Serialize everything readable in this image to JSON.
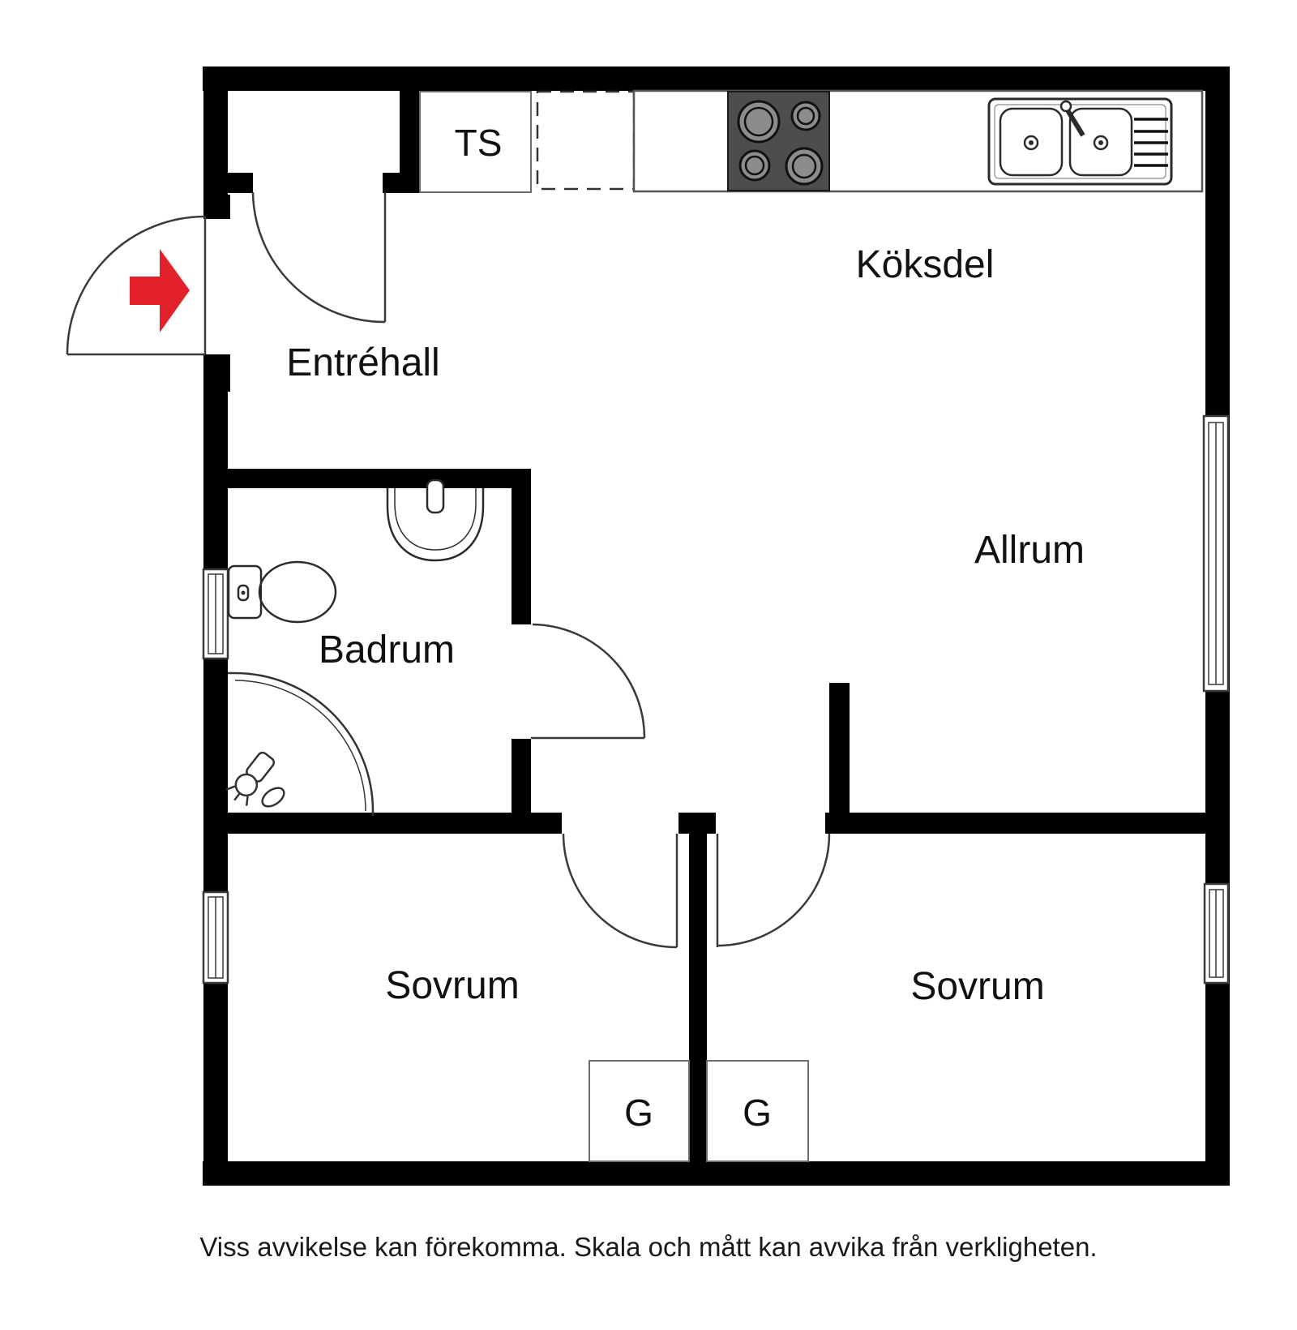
{
  "floorplan": {
    "rooms": {
      "entrance_hall": "Entréhall",
      "kitchen_area": "Köksdel",
      "living_room": "Allrum",
      "bathroom": "Badrum",
      "bedroom_left": "Sovrum",
      "bedroom_right": "Sovrum"
    },
    "closets": {
      "ts_label": "TS",
      "wardrobe_left_label": "G",
      "wardrobe_right_label": "G"
    },
    "disclaimer": "Viss avvikelse kan förekomma. Skala och mått kan avvika från verkligheten.",
    "colors": {
      "wall": "#000000",
      "entry_arrow_red": "#e3212a",
      "stove_body": "#4d4d4d",
      "burner_gray": "#8c8c8c",
      "fixture_line": "#2b2b2b",
      "thin_border": "#6e6e6e"
    },
    "fixtures": {
      "entry_arrow": "entry-direction-arrow",
      "entry_door": "entry-door-swing",
      "closet_door": "closet-door-swing",
      "bathroom_door": "bathroom-door-swing",
      "bedroom_left_door": "bedroom-left-door-swing",
      "bedroom_right_door": "bedroom-right-door-swing",
      "stove": "stove-four-burners",
      "kitchen_sink": "double-basin-sink-with-drainboard",
      "bathroom_sink": "wash-basin",
      "toilet": "toilet",
      "shower": "corner-shower",
      "windows": [
        "window-bathroom",
        "window-bedroom-left",
        "window-living-room",
        "window-bedroom-right"
      ]
    }
  }
}
